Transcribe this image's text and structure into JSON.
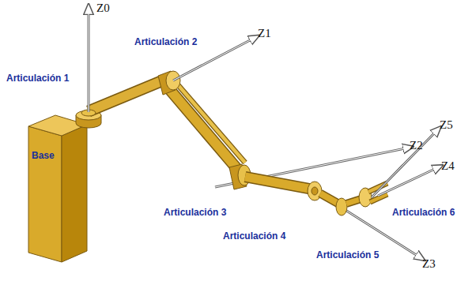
{
  "diagram": {
    "nodes": [
      {
        "text": [
          "Base"
        ]
      }
    ],
    "labels": [
      "Z0",
      "Articulación 1",
      "Articulación 2",
      "Z1",
      "Z2",
      "Articulación 3",
      "Articulación 4",
      "Articulación 5",
      "Z5",
      "Z4",
      "Articulación 6",
      "Z3"
    ]
  }
}
